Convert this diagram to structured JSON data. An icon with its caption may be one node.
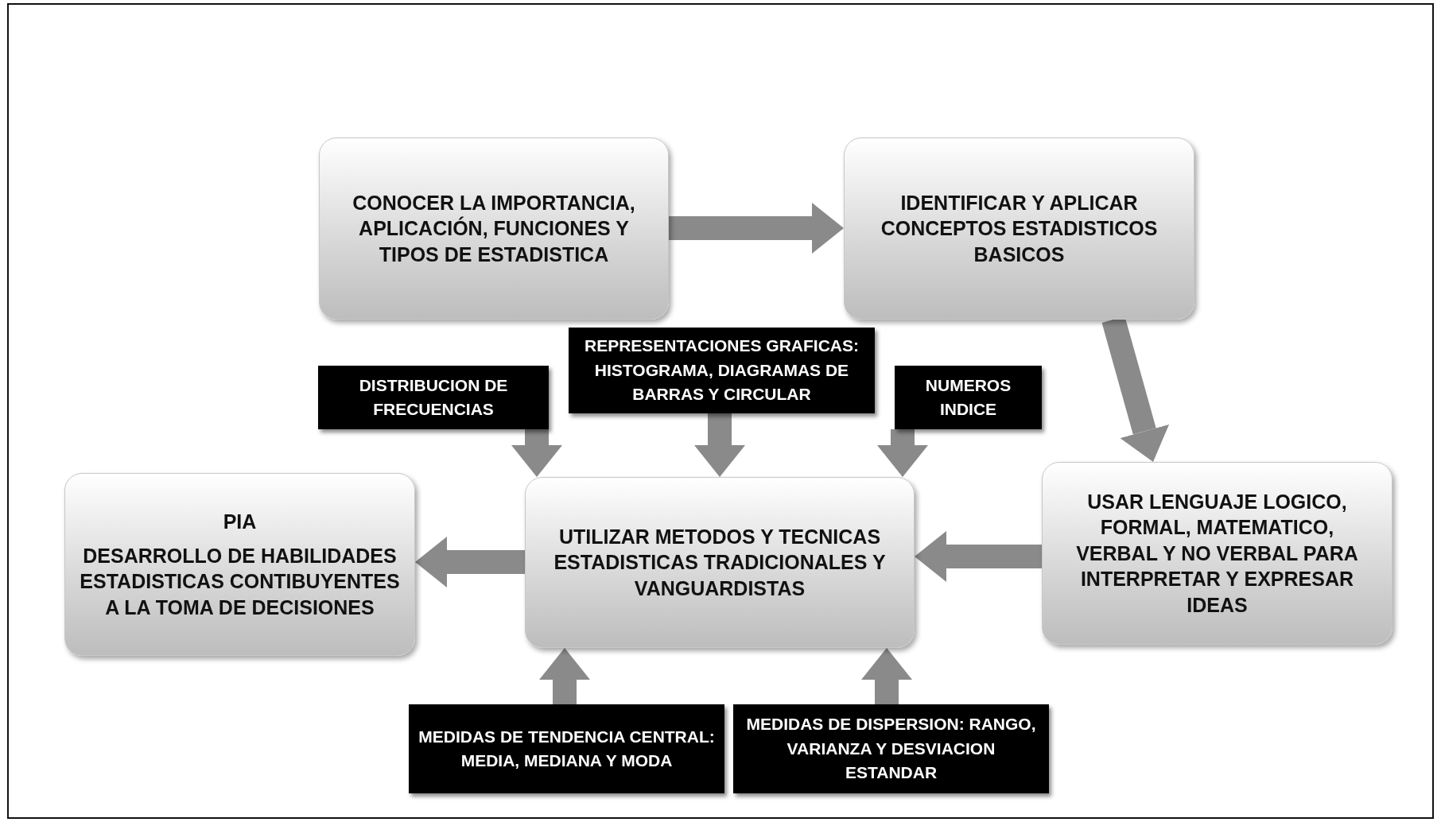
{
  "diagram": {
    "nodes": [
      {
        "text": [
          "CONOCER LA IMPORTANCIA, APLICACIÓN, FUNCIONES Y TIPOS DE ESTADISTICA"
        ]
      },
      {
        "text": [
          "IDENTIFICAR Y APLICAR CONCEPTOS ESTADISTICOS BASICOS"
        ]
      },
      {
        "text": [
          "USAR LENGUAJE LOGICO, FORMAL, MATEMATICO, VERBAL Y NO VERBAL PARA INTERPRETAR Y EXPRESAR IDEAS"
        ]
      },
      {
        "text": [
          "UTILIZAR METODOS Y TECNICAS ESTADISTICAS TRADICIONALES Y VANGUARDISTAS"
        ]
      },
      {
        "text": [
          "PIA",
          "DESARROLLO DE HABILIDADES ESTADISTICAS CONTIBUYENTES A LA TOMA DE DECISIONES"
        ]
      },
      {
        "text": [
          "DISTRIBUCION DE FRECUENCIAS"
        ]
      },
      {
        "text": [
          "REPRESENTACIONES GRAFICAS: HISTOGRAMA, DIAGRAMAS DE BARRAS Y CIRCULAR"
        ]
      },
      {
        "text": [
          "NUMEROS INDICE"
        ]
      },
      {
        "text": [
          "MEDIDAS DE TENDENCIA CENTRAL: MEDIA, MEDIANA Y MODA"
        ]
      },
      {
        "text": [
          "MEDIDAS DE DISPERSION: RANGO, VARIANZA Y DESVIACION ESTANDAR"
        ]
      }
    ],
    "edges": [
      {
        "from": 0,
        "to": 1,
        "arrow": "to"
      },
      {
        "from": 1,
        "to": 2,
        "arrow": "to"
      },
      {
        "from": 2,
        "to": 3,
        "arrow": "to"
      },
      {
        "from": 3,
        "to": 4,
        "arrow": "to"
      },
      {
        "from": 5,
        "to": 3,
        "arrow": "to"
      },
      {
        "from": 6,
        "to": 3,
        "arrow": "to"
      },
      {
        "from": 7,
        "to": 3,
        "arrow": "to"
      },
      {
        "from": 8,
        "to": 3,
        "arrow": "to"
      },
      {
        "from": 9,
        "to": 3,
        "arrow": "to"
      }
    ]
  }
}
